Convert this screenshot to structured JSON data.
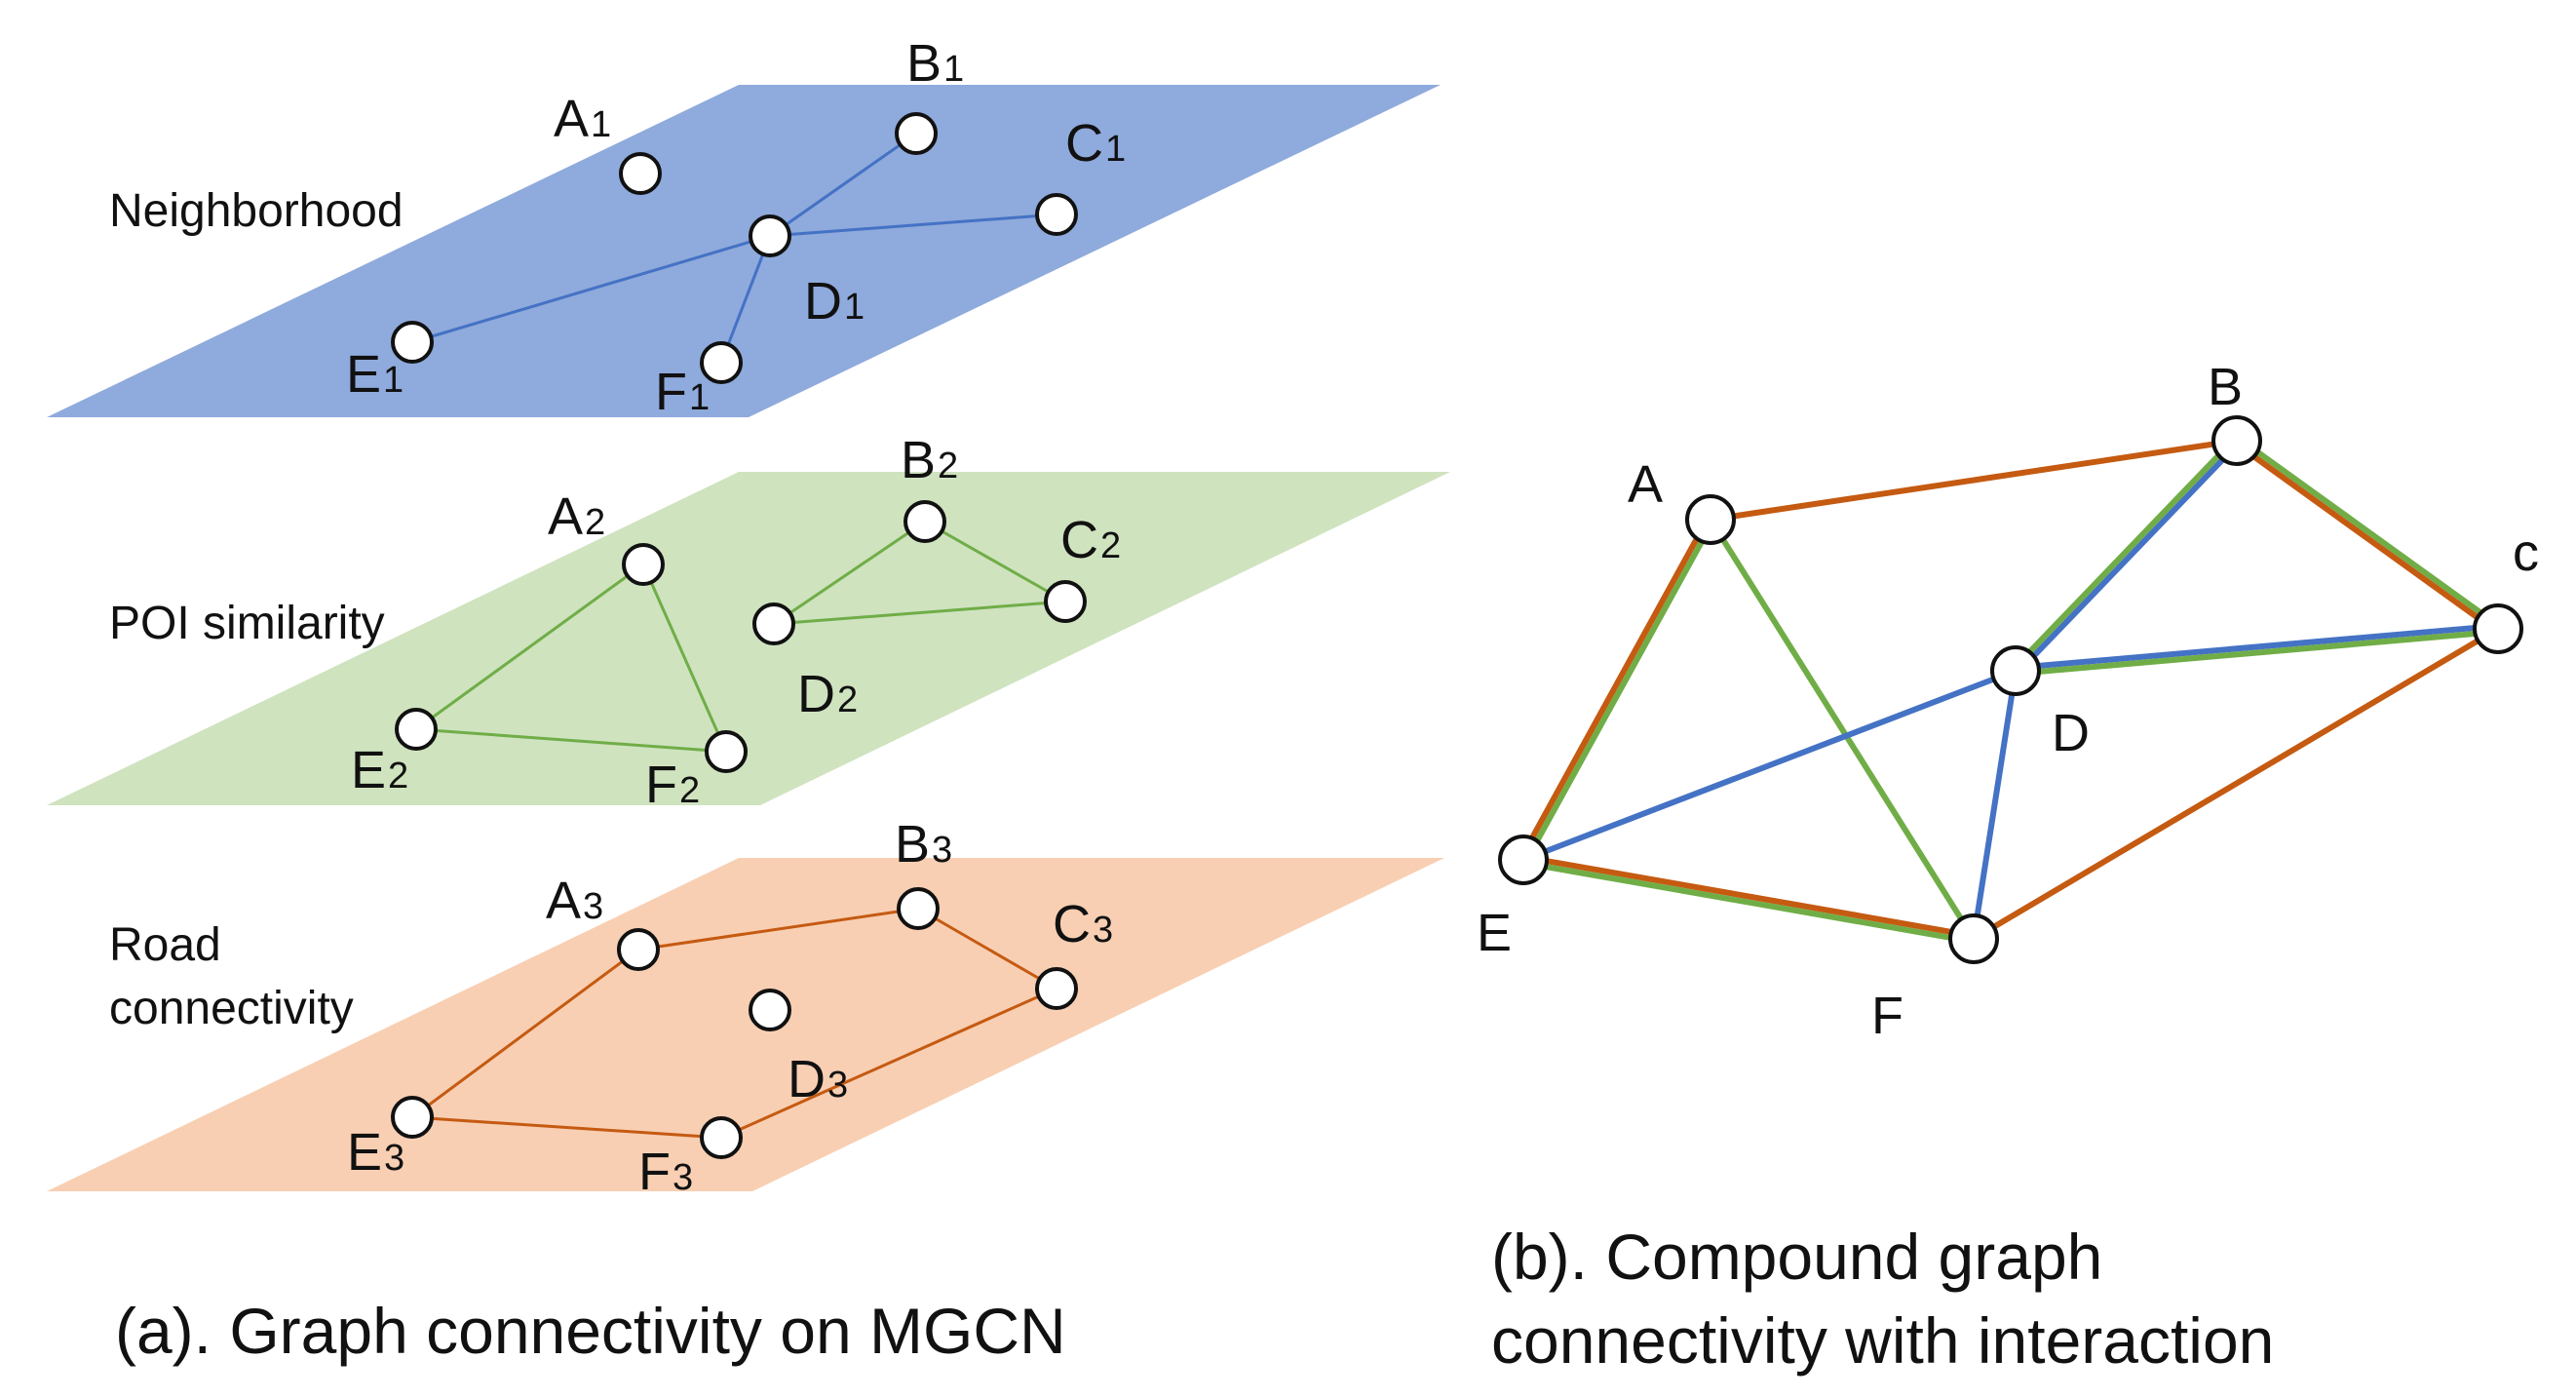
{
  "panel_a": {
    "caption": "(a). Graph connectivity on MGCN",
    "layers": [
      {
        "name": "Neighborhood",
        "color": "#8faadc",
        "edge_color": "#4472c4",
        "nodes": {
          "A": "A1",
          "B": "B1",
          "C": "C1",
          "D": "D1",
          "E": "E1",
          "F": "F1"
        },
        "edges": [
          [
            "D",
            "B"
          ],
          [
            "D",
            "C"
          ],
          [
            "D",
            "E"
          ],
          [
            "D",
            "F"
          ]
        ]
      },
      {
        "name": "POI similarity",
        "color": "#cfe3bf",
        "edge_color": "#70ad47",
        "nodes": {
          "A": "A2",
          "B": "B2",
          "C": "C2",
          "D": "D2",
          "E": "E2",
          "F": "F2"
        },
        "edges": [
          [
            "A",
            "E"
          ],
          [
            "A",
            "F"
          ],
          [
            "E",
            "F"
          ],
          [
            "B",
            "C"
          ],
          [
            "B",
            "D"
          ],
          [
            "C",
            "D"
          ]
        ]
      },
      {
        "name_lines": [
          "Road",
          "connectivity"
        ],
        "color": "#f8cfb3",
        "edge_color": "#c55a11",
        "nodes": {
          "A": "A3",
          "B": "B3",
          "C": "C3",
          "D": "D3",
          "E": "E3",
          "F": "F3"
        },
        "edges": [
          [
            "A",
            "B"
          ],
          [
            "B",
            "C"
          ],
          [
            "C",
            "F"
          ],
          [
            "F",
            "E"
          ],
          [
            "E",
            "A"
          ]
        ]
      }
    ]
  },
  "panel_b": {
    "caption_lines": [
      "(b). Compound graph",
      "connectivity with interaction"
    ],
    "nodes": {
      "A": "A",
      "B": "B",
      "C": "c",
      "D": "D",
      "E": "E",
      "F": "F"
    },
    "edges": [
      {
        "from": "A",
        "to": "B",
        "colors": [
          "#c55a11"
        ]
      },
      {
        "from": "A",
        "to": "E",
        "colors": [
          "#70ad47",
          "#c55a11"
        ]
      },
      {
        "from": "A",
        "to": "F",
        "colors": [
          "#70ad47"
        ]
      },
      {
        "from": "B",
        "to": "D",
        "colors": [
          "#4472c4",
          "#70ad47"
        ]
      },
      {
        "from": "B",
        "to": "C",
        "colors": [
          "#70ad47",
          "#c55a11"
        ]
      },
      {
        "from": "D",
        "to": "C",
        "colors": [
          "#4472c4",
          "#70ad47"
        ]
      },
      {
        "from": "D",
        "to": "E",
        "colors": [
          "#4472c4"
        ]
      },
      {
        "from": "D",
        "to": "F",
        "colors": [
          "#4472c4"
        ]
      },
      {
        "from": "E",
        "to": "F",
        "colors": [
          "#c55a11",
          "#70ad47"
        ]
      },
      {
        "from": "F",
        "to": "C",
        "colors": [
          "#c55a11"
        ]
      }
    ]
  }
}
